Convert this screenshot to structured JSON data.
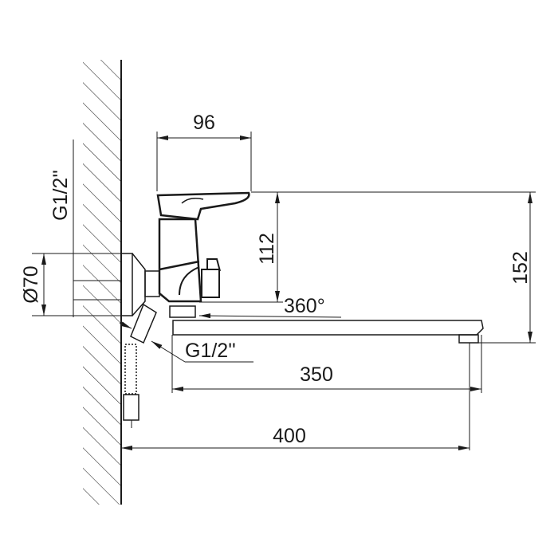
{
  "dimensions": {
    "top_width": "96",
    "handle_height": "112",
    "total_height": "152",
    "inlet_thread": "G1/2''",
    "flange_diameter": "Ø70",
    "swivel_angle": "360°",
    "hose_thread": "G1/2''",
    "spout_length": "350",
    "total_length": "400"
  },
  "colors": {
    "line": "#1a1a1a",
    "background": "#ffffff"
  }
}
